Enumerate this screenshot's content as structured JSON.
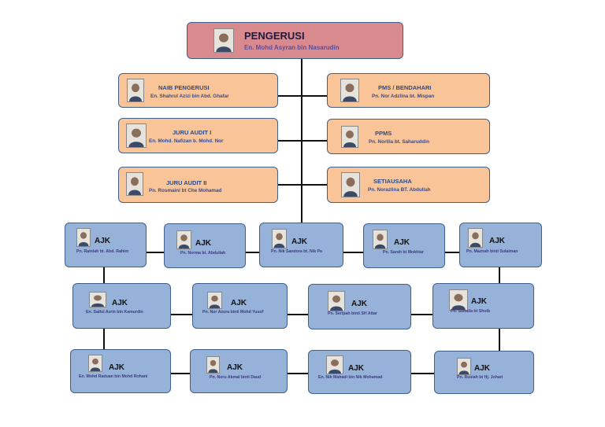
{
  "chairman": {
    "title": "PENGERUSI",
    "name": "En. Mohd Asyran bin Nasarudin"
  },
  "officers_left": [
    {
      "title": "NAIB PENGERUSI",
      "name": "En. Shahrul Azizi bin Abd. Ghafar"
    },
    {
      "title": "JURU AUDIT I",
      "name": "En. Mohd. Nafizan b. Mohd. Nor"
    },
    {
      "title": "JURU AUDIT II",
      "name": "Pn. Rosmaini bt Che Mohamad"
    }
  ],
  "officers_right": [
    {
      "title": "PMS / BENDAHARI",
      "name": "Pn. Nor Adzlina bt. Mispan"
    },
    {
      "title": "PPMS",
      "name": "Pn. Norlila bt. Saharuddin"
    },
    {
      "title": "SETIAUSAHA",
      "name": "Pn. Norazlina BT. Abdullah"
    }
  ],
  "committee_row1": [
    {
      "title": "AJK",
      "name": "Pn. Ramlah bt. Abd. Rahim"
    },
    {
      "title": "AJK",
      "name": "Pn. Norma bt. Abdullah"
    },
    {
      "title": "AJK",
      "name": "Pn. Nik Sandora bt. Nik Pa"
    },
    {
      "title": "AJK",
      "name": "Pn. Sarah bt Mokhtar"
    },
    {
      "title": "AJK",
      "name": "Pn. Maznah binti Sulaiman"
    }
  ],
  "committee_row2": [
    {
      "title": "AJK",
      "name": "En. Saiful Azrin bin Kamurdin"
    },
    {
      "title": "AJK",
      "name": "Pn. Nur Azura binti Mohd Yusof"
    },
    {
      "title": "AJK",
      "name": "Pn. Seripah binti SH Attar"
    },
    {
      "title": "AJK",
      "name": "Pn. Suhaila bt Shoib"
    }
  ],
  "committee_row3": [
    {
      "title": "AJK",
      "name": "En. Mohd Raduan bin Mohd Rohani"
    },
    {
      "title": "AJK",
      "name": "Pn. Noru Akmal binti Daud"
    },
    {
      "title": "AJK",
      "name": "En. Nik Mahadi bin Nik Mohamad"
    },
    {
      "title": "AJK",
      "name": "Pn. Rusiah bt Hj. Johari"
    }
  ],
  "colors": {
    "chairman_fill": "#d98a8f",
    "officer_fill": "#f9c598",
    "committee_fill": "#97b2d8",
    "border": "#3f5f8f",
    "connector": "#111111"
  },
  "icons": {
    "portrait": "person-photo-icon"
  }
}
